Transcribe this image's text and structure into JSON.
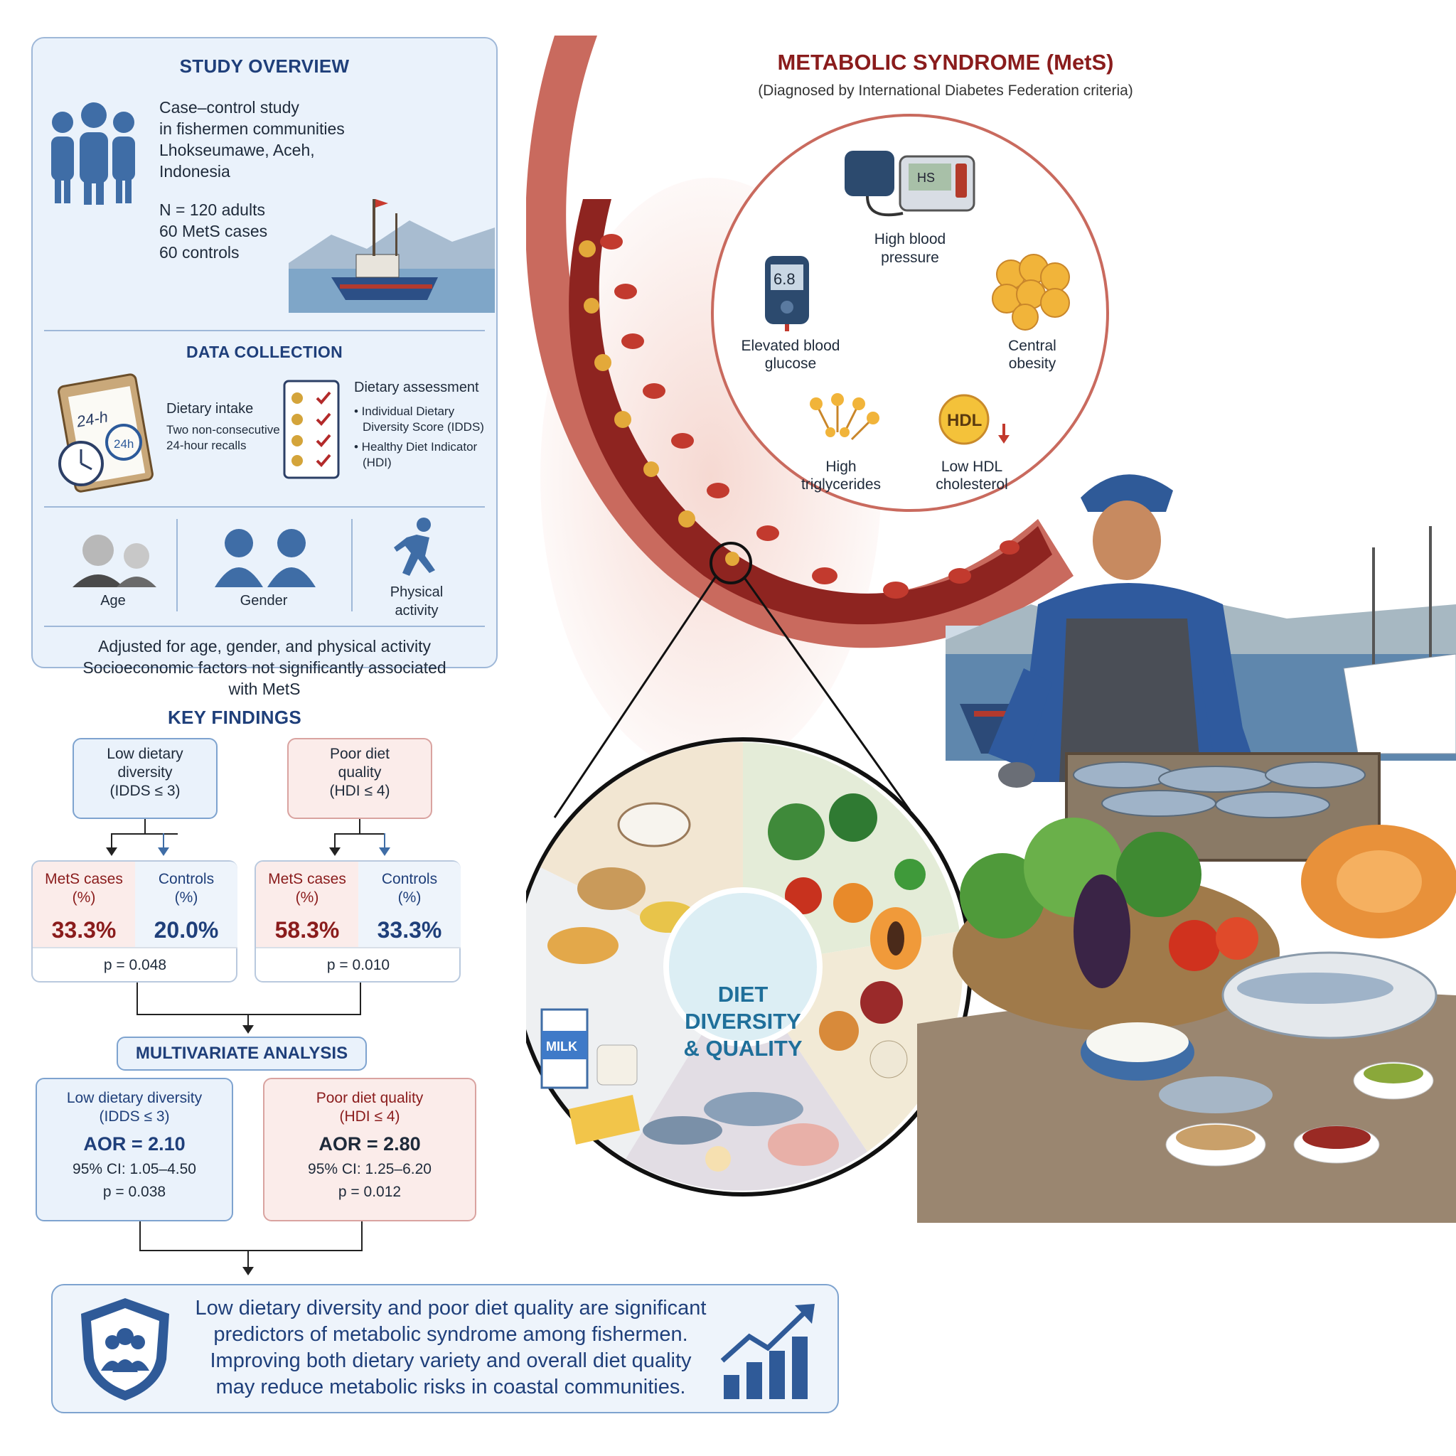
{
  "overview": {
    "title": "STUDY OVERVIEW",
    "design_lines": [
      "Case–control study",
      "in fishermen communities",
      "Lhokseumawe, Aceh,",
      "Indonesia"
    ],
    "sample_lines": [
      "N = 120 adults",
      "60 MetS cases",
      "60 controls"
    ]
  },
  "data_collection": {
    "title": "DATA COLLECTION",
    "clipboard_label": "24-h",
    "clock_label": "24h",
    "intake_title": "Dietary intake",
    "intake_detail": [
      "Two non-consecutive",
      "24-hour recalls"
    ],
    "assessment_title": "Dietary assessment",
    "assessment_items": [
      "• Individual Dietary",
      "Diversity Score (IDDS)",
      "• Healthy Diet Indicator",
      "(HDI)"
    ]
  },
  "covariates": {
    "age": "Age",
    "gender": "Gender",
    "activity": [
      "Physical",
      "activity"
    ],
    "note_lines": [
      "Adjusted for age, gender, and physical activity",
      "Socioeconomic factors not significantly associated",
      "with MetS"
    ]
  },
  "mets": {
    "title": "METABOLIC SYNDROME (MetS)",
    "subtitle": "(Diagnosed by International Diabetes Federation criteria)",
    "bp_screen": "HS",
    "glucometer_reading": "6.8",
    "hdl_badge": "HDL",
    "components": {
      "bp": [
        "High blood",
        "pressure"
      ],
      "glucose": [
        "Elevated blood",
        "glucose"
      ],
      "obesity": [
        "Central",
        "obesity"
      ],
      "tg": [
        "High",
        "triglycerides"
      ],
      "hdl": [
        "Low HDL",
        "cholesterol"
      ]
    }
  },
  "plate": {
    "center": [
      "DIET",
      "DIVERSITY",
      "& QUALITY"
    ],
    "milk_label": "MILK"
  },
  "findings": {
    "title": "KEY FINDINGS",
    "diversity_header": [
      "Low dietary",
      "diversity",
      "(IDDS ≤ 3)"
    ],
    "quality_header": [
      "Poor diet",
      "quality",
      "(HDI ≤ 4)"
    ],
    "cases_label": [
      "MetS cases",
      "(%)"
    ],
    "controls_label": [
      "Controls",
      "(%)"
    ],
    "diversity_cases": "33.3%",
    "diversity_controls": "20.0%",
    "diversity_p": "p = 0.048",
    "quality_cases": "58.3%",
    "quality_controls": "33.3%",
    "quality_p": "p = 0.010"
  },
  "multivariate": {
    "title": "MULTIVARIATE ANALYSIS",
    "diversity": {
      "label": [
        "Low dietary diversity",
        "(IDDS ≤ 3)"
      ],
      "aor": "AOR = 2.10",
      "ci": "95% CI: 1.05–4.50",
      "p": "p = 0.038"
    },
    "quality": {
      "label": [
        "Poor diet quality",
        "(HDI ≤ 4)"
      ],
      "aor": "AOR = 2.80",
      "ci": "95% CI: 1.25–6.20",
      "p": "p = 0.012"
    }
  },
  "conclusion": {
    "lines": [
      "Low dietary diversity and poor diet quality are significant",
      "predictors of metabolic syndrome among fishermen.",
      "Improving both dietary variety and overall diet quality",
      "may reduce metabolic risks in coastal communities."
    ]
  },
  "colors": {
    "navy": "#1f3f7a",
    "maroon": "#8a1c1c",
    "panel_blue": "#eaf2fb",
    "panel_red": "#fbecea"
  }
}
